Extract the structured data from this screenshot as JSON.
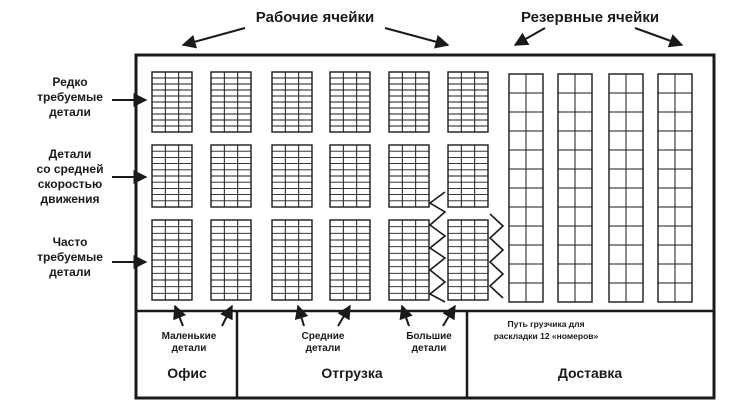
{
  "headers": {
    "working_cells": "Рабочие ячейки",
    "reserve_cells": "Резервные ячейки"
  },
  "side_labels": {
    "rare": [
      "Редко",
      "требуемые",
      "детали"
    ],
    "medium": [
      "Детали",
      "со средней",
      "скоростью",
      "движения"
    ],
    "frequent": [
      "Часто",
      "требуемые",
      "детали"
    ]
  },
  "bottom_labels": {
    "small_parts": [
      "Маленькие",
      "детали"
    ],
    "medium_parts": [
      "Средние",
      "детали"
    ],
    "large_parts": [
      "Большие",
      "детали"
    ],
    "loader_path": [
      "Путь грузчика для",
      "раскладки 12 «номеров»"
    ]
  },
  "rooms": {
    "office": "Офис",
    "shipping": "Отгрузка",
    "delivery": "Доставка"
  },
  "colors": {
    "ink": "#1a1a1a",
    "background": "#ffffff"
  }
}
